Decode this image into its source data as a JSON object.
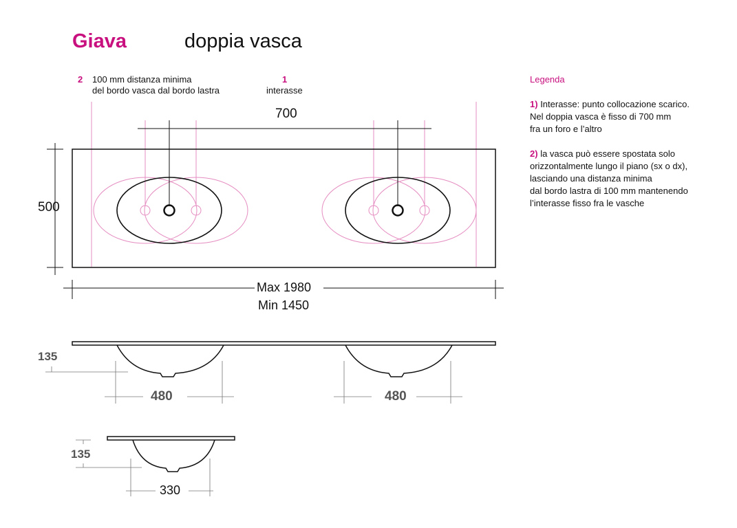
{
  "header": {
    "brand": "Giava",
    "subtitle": "doppia vasca"
  },
  "notes": {
    "note2_number": "2",
    "note2_line1": "100 mm distanza minima",
    "note2_line2": "del bordo vasca dal bordo lastra",
    "note1_number": "1",
    "note1_label": "interasse"
  },
  "dimensions": {
    "interaxis": "700",
    "depth": "500",
    "max_length": "Max 1980",
    "min_length": "Min 1450",
    "side_height": "135",
    "bowl_width_left": "480",
    "bowl_width_right": "480",
    "single_height": "135",
    "single_width": "330"
  },
  "legend": {
    "title": "Legenda",
    "item1_num": "1)",
    "item1_text": "Interasse: punto collocazione scarico.",
    "item1_line2": "Nel doppia vasca è fisso di 700 mm",
    "item1_line3": "fra un foro e l’altro",
    "item2_num": "2)",
    "item2_text": "la vasca può essere spostata solo",
    "item2_line2": "orizzontalmente lungo il piano (sx o dx),",
    "item2_line3": "lasciando una distanza minima",
    "item2_line4": "dal bordo lastra di 100 mm mantenendo",
    "item2_line5": "l’interasse fisso fra le vasche"
  },
  "colors": {
    "accent": "#c8107f",
    "pink_lines": "#e070b0"
  }
}
